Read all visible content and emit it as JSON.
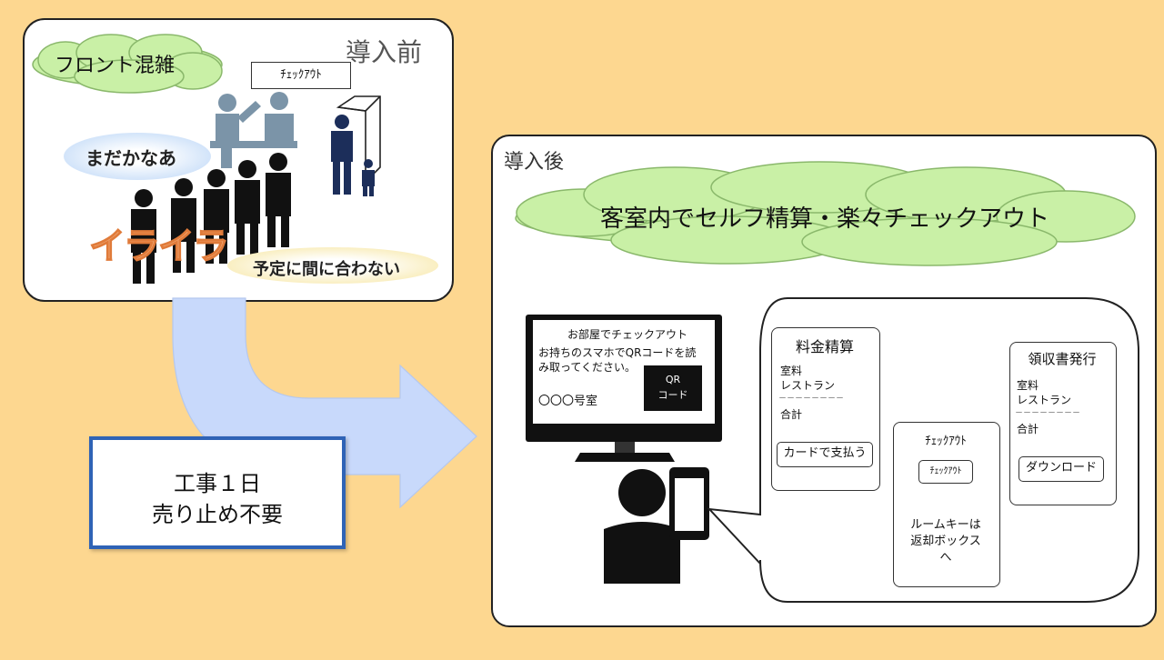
{
  "before": {
    "title": "導入前",
    "cloud": "フロント混雑",
    "sign": "ﾁｪｯｸｱｳﾄ",
    "thought": "まだかなあ",
    "irritation": "イライラ",
    "late": "予定に間に合わない"
  },
  "middle": {
    "line1": "工事１日",
    "line2": "売り止め不要"
  },
  "after": {
    "title": "導入後",
    "cloud": "客室内でセルフ精算・楽々チェックアウト",
    "tv": {
      "line1": "お部屋でチェックアウト",
      "line2": "お持ちのスマホでQRコードを読",
      "line3": "み取ってください。",
      "room": "〇〇〇号室",
      "qr1": "QR",
      "qr2": "コード"
    },
    "pay": {
      "title": "料金精算",
      "item1": "室料",
      "item2": "レストラン",
      "divider": "－－－－－－－－",
      "total": "合計",
      "button": "カードで支払う"
    },
    "checkout": {
      "title": "ﾁｪｯｸｱｳﾄ",
      "button": "ﾁｪｯｸｱｳﾄ",
      "note1": "ルームキーは",
      "note2": "返却ボックス",
      "note3": "へ"
    },
    "receipt": {
      "title": "領収書発行",
      "item1": "室料",
      "item2": "レストラン",
      "divider": "－－－－－－－－",
      "total": "合計",
      "button": "ダウンロード"
    }
  },
  "colors": {
    "background": "#fdd790",
    "cloud": "#c9f0a6",
    "arrow": "#c8d9fb",
    "box_border": "#2f63b6"
  }
}
